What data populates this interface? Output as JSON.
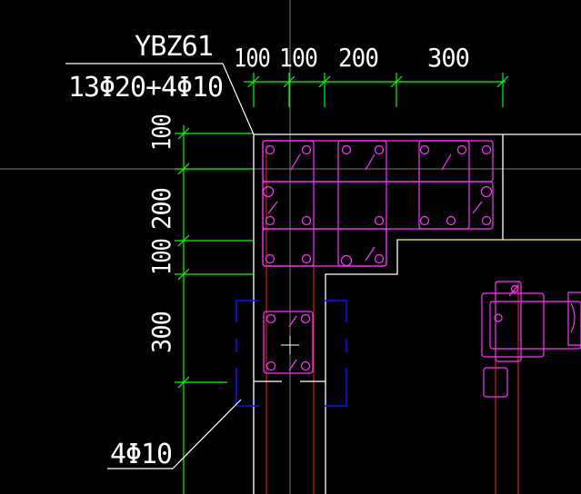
{
  "colors": {
    "background": "#000000",
    "dimension": "#00ff00",
    "outline": "#ffffff",
    "rebar": "#ff00ff",
    "axis": "#ff0000",
    "column": "#0000ff",
    "edge": "#ffff00",
    "grid": "#808080"
  },
  "column_label": {
    "name": "YBZ61",
    "reinforcement": "13Φ20+4Φ10"
  },
  "small_label": {
    "reinforcement": "4Φ10"
  },
  "top_dimensions": [
    "100",
    "100",
    "200",
    "300"
  ],
  "left_dimensions": [
    "100",
    "200",
    "100",
    "300"
  ]
}
